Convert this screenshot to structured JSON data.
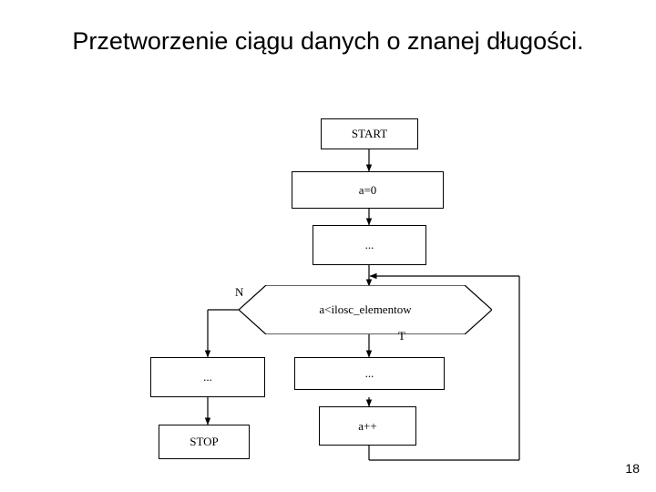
{
  "slide": {
    "title": "Przetworzenie ciągu danych o znanej długości.",
    "page_number": "18",
    "background": "#ffffff",
    "line_color": "#000000"
  },
  "flowchart": {
    "nodes": [
      {
        "id": "start",
        "label": "START",
        "shape": "rect"
      },
      {
        "id": "init",
        "label": "a=0",
        "shape": "rect"
      },
      {
        "id": "read",
        "label": "...",
        "shape": "rect"
      },
      {
        "id": "cond",
        "label": "a<ilosc_elementow",
        "shape": "diamond"
      },
      {
        "id": "left",
        "label": "...",
        "shape": "rect"
      },
      {
        "id": "body",
        "label": "...",
        "shape": "rect"
      },
      {
        "id": "stop",
        "label": "STOP",
        "shape": "rect"
      },
      {
        "id": "incr",
        "label": "a++",
        "shape": "rect"
      }
    ],
    "edge_labels": [
      {
        "id": "false-branch",
        "label": "N"
      },
      {
        "id": "true-branch",
        "label": "T"
      }
    ]
  }
}
